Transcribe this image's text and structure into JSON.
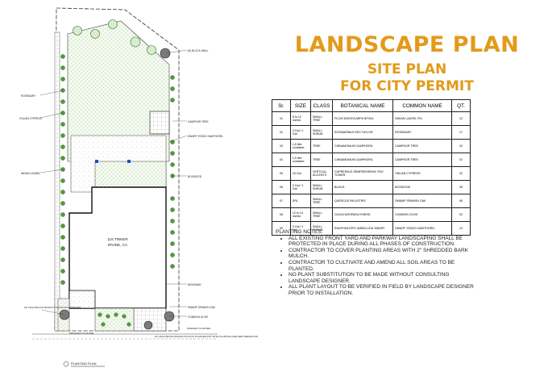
{
  "title": {
    "main": "LANDSCAPE PLAN",
    "sub1": "SITE PLAN",
    "sub2": "FOR CITY PERMIT",
    "color": "#e39a1a"
  },
  "table": {
    "headers": [
      "Sr.",
      "SIZE",
      "CLASS",
      "BOTANICAL NAME",
      "COMMON NAME",
      "QT."
    ],
    "rows": [
      {
        "sr": "01",
        "size": "6 to 12 inches",
        "class": "SMALL TREE",
        "botanical": "FICUS MICROCARPA NITIDA",
        "common": "INDIAN LAUREL FIG",
        "qty": "12"
      },
      {
        "sr": "02",
        "size": "3 Gal / 1 Gal",
        "class": "SMALL SHRUB",
        "botanical": "ROSMARINUS REX TAYLOR",
        "common": "ROSEMARY",
        "qty": "17"
      },
      {
        "sr": "03",
        "size": "1,5 liter container",
        "class": "TREE",
        "botanical": "CINNAMOMUM CAMPHORA",
        "common": "CAMPHOR TREE",
        "qty": "03"
      },
      {
        "sr": "04",
        "size": "1,5 liter container",
        "class": "TREE",
        "botanical": "CINNAMOMUM CAMPHORA",
        "common": "CAMPHOR TREE",
        "qty": "02"
      },
      {
        "sr": "05",
        "size": "15 Gal",
        "class": "VERTICAL ACCENTS",
        "botanical": "CUPRESSUS SEMPERVIRENS TINY TOWER",
        "common": "ITALIAN CYPRESS",
        "qty": "32"
      },
      {
        "sr": "06",
        "size": "3 Gal / 1 Gal",
        "class": "SMALL SHRUB",
        "botanical": "BUXUS",
        "common": "BOXWOOD",
        "qty": "28"
      },
      {
        "sr": "07",
        "size": "SRL",
        "class": "SMALL TREE",
        "botanical": "QUERCUS PALUSTRIS",
        "common": "SWAMP SPANISH OAK",
        "qty": "06"
      },
      {
        "sr": "08",
        "size": "12 to 14 inches",
        "class": "SMALL TREE",
        "botanical": "OLEA EUROPAEA HYBRID",
        "common": "COMMON OLIVE",
        "qty": "02"
      },
      {
        "sr": "09",
        "size": "3 Gal / 1 Gal",
        "class": "SMALL SHRUB",
        "botanical": "RHAPHIOLEPIS UMBELLATA 'MINOR'",
        "common": "DWARF YEDDO HAWTHORN",
        "qty": "13"
      }
    ]
  },
  "notes": {
    "heading": "PLANTING NOTES:",
    "items": [
      "ALL EXISTING FRONT YARD AND PARKWAY LANDSCAPING SHALL BE PROTECTED IN PLACE DURING ALL PHASES OF CONSTRUCTION.",
      "CONTRACTOR TO COVER PLANTING AREAS WITH 2\" SHREDDED BARK MULCH.",
      "CONTRACTOR TO CULTIVATE AND AMEND ALL SOIL AREAS TO BE PLANTED.",
      "NO PLANT SUBSTITUTION TO BE MADE WITHOUT CONSULTING LANDSCAPE DESIGNER.",
      "ALL PLANT LAYOUT TO BE VERIFIED IN FIELD BY LANDSCAPE DESIGNER PRIOR TO INSTALLATION."
    ]
  },
  "plan": {
    "house_name": "116 TINKER",
    "house_city": "IRVINE, CA",
    "footer_label": "PLANTING PLAN",
    "callouts": {
      "top": "(E) BLOCK WALL",
      "rosemary": "ROSEMARY",
      "italian_cypress": "ITALIAN CYPRESS",
      "indian_laurel": "INDIAN LAUREL",
      "camphor": "CAMPHOR TREE",
      "boxwood": "BOXWOOD",
      "driveway": "DRIVEWAY",
      "oak": "SWAMP SPANISH OAK",
      "olive": "COMMON OLIVE",
      "hawthorn": "DWARF YEDDO HAWTHORN",
      "planter_left": "18\" HIGH BLOCK MASON STUCCO PLANTER POT",
      "planter_right": "18\" HIGH BLOCK MASON STUCCO PLANTER POT WITH PLANTING AND DRIP IRRIGATION",
      "driveway_planter": "DRIVEWAY PLANTER",
      "parkway_planter": "PARKWAY PLANTER"
    },
    "colors": {
      "hedge": "#4f9a3a",
      "stipple": "#c9e2bd",
      "line": "#333333"
    }
  }
}
